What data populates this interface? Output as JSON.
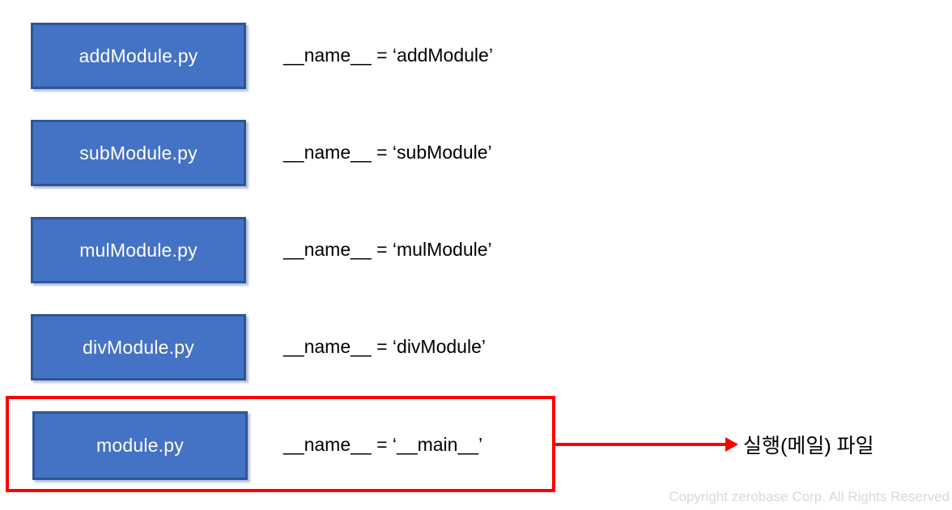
{
  "diagram": {
    "rows": [
      {
        "box_label": "addModule.py",
        "name_value": "__name__ = ‘addModule’"
      },
      {
        "box_label": "subModule.py",
        "name_value": "__name__ = ‘subModule’"
      },
      {
        "box_label": "mulModule.py",
        "name_value": "__name__ = ‘mulModule’"
      },
      {
        "box_label": "divModule.py",
        "name_value": "__name__ = ‘divModule’"
      },
      {
        "box_label": "module.py",
        "name_value": "__name__ = ‘__main__’"
      }
    ],
    "highlight": {
      "annotation": "실행(메일) 파일"
    }
  },
  "footer": {
    "copyright": "Copyright zerobase Corp. All Rights Reserved"
  },
  "colors": {
    "box_fill": "#4472C4",
    "box_border": "#2F5597",
    "box_text": "#FFFFFF",
    "highlight_red": "#FF0000",
    "label_text": "#000000",
    "copyright_gray": "#D9D9D9"
  }
}
